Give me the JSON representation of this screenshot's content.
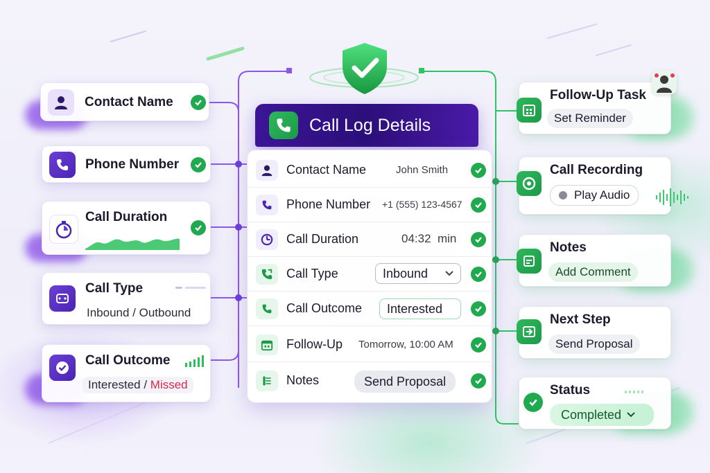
{
  "header": {
    "title": "Call Log Details"
  },
  "left_cards": {
    "contact": {
      "label": "Contact Name"
    },
    "phone": {
      "label": "Phone Number"
    },
    "duration": {
      "label": "Call Duration"
    },
    "type": {
      "label": "Call Type",
      "sub": "Inbound / Outbound"
    },
    "outcome": {
      "label": "Call Outcome",
      "sub_a": "Interested",
      "sub_sep": " / ",
      "sub_b": "Missed"
    }
  },
  "rows": [
    {
      "label": "Contact Name",
      "value": "John Smith"
    },
    {
      "label": "Phone Number",
      "value": "+1 (555) 123-4567"
    },
    {
      "label": "Call Duration",
      "value": "04:32  min"
    },
    {
      "label": "Call Type",
      "value": "Inbound"
    },
    {
      "label": "Call Outcome",
      "value": "Interested"
    },
    {
      "label": "Follow-Up",
      "value": "Tomorrow, 10:00 AM"
    },
    {
      "label": "Notes",
      "value": "Send Proposal"
    }
  ],
  "right_cards": {
    "followup": {
      "label": "Follow-Up Task",
      "action": "Set Reminder"
    },
    "recording": {
      "label": "Call Recording",
      "action": "Play Audio"
    },
    "notes": {
      "label": "Notes",
      "action": "Add Comment"
    },
    "next": {
      "label": "Next Step",
      "action": "Send Proposal"
    },
    "status": {
      "label": "Status",
      "value": "Completed"
    }
  },
  "colors": {
    "accent_purple": "#4a24b3",
    "accent_green": "#21a94f",
    "missed_red": "#d3294a"
  }
}
